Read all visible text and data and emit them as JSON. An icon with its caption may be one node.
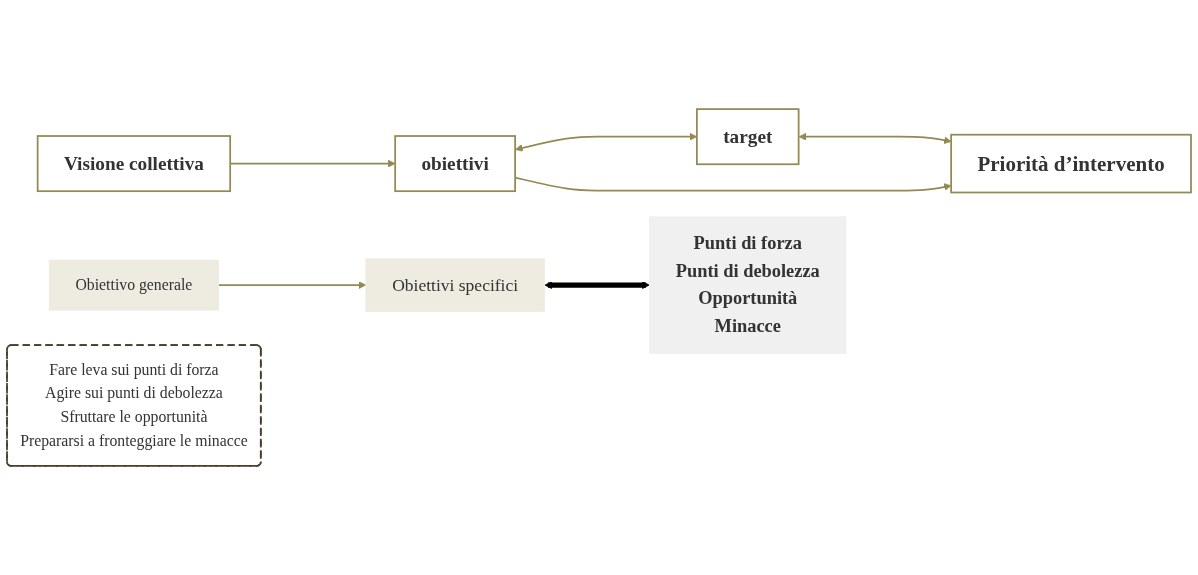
{
  "diagram": {
    "nodes": [
      {
        "text": [
          "Visione collettiva"
        ]
      },
      {
        "text": [
          "obiettivi"
        ]
      },
      {
        "text": [
          "target"
        ]
      },
      {
        "text": [
          "Priorità d’intervento"
        ]
      },
      {
        "text": [
          "Obiettivo generale"
        ]
      },
      {
        "text": [
          "Obiettivi specifici"
        ]
      },
      {
        "text": [
          "Fare leva sui punti di forza",
          "Agire sui punti di debolezza",
          "Sfruttare le opportunità",
          "Prepararsi a fronteggiare le minacce"
        ]
      },
      {
        "text": [
          "Punti di forza",
          "Punti di debolezza",
          "Opportunità",
          "Minacce"
        ]
      }
    ],
    "edges": [
      {
        "from": 0,
        "to": 1,
        "arrow": "to"
      },
      {
        "from": 1,
        "to": 2,
        "arrow": "both"
      },
      {
        "from": 1,
        "to": 3,
        "arrow": "to"
      },
      {
        "from": 2,
        "to": 3,
        "arrow": "both"
      },
      {
        "from": 4,
        "to": 5,
        "arrow": "to"
      },
      {
        "from": 5,
        "to": 7,
        "arrow": "both",
        "style": "thick",
        "color": "#000000"
      }
    ]
  }
}
